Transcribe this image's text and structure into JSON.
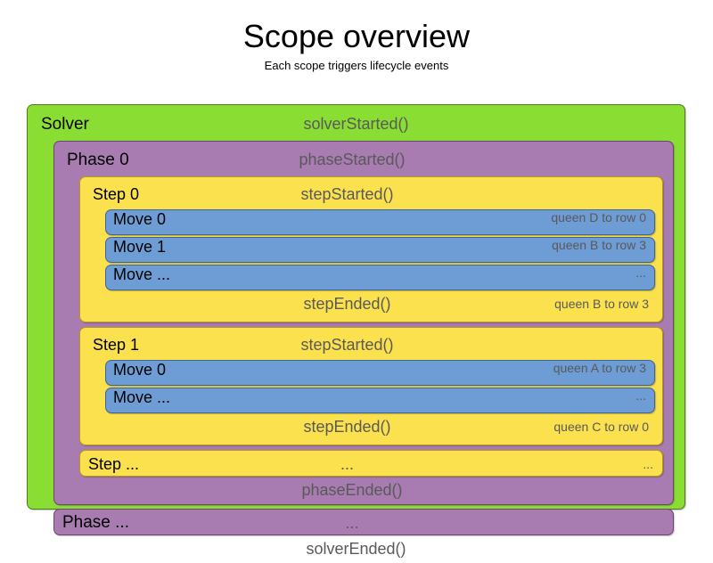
{
  "header": {
    "title": "Scope overview",
    "subtitle": "Each scope triggers lifecycle events"
  },
  "colors": {
    "solver": "#8ade33",
    "phase": "#a87cb0",
    "step": "#fbe14d",
    "move": "#6d9dd4",
    "event_text": "#59595b",
    "label_text": "#000000",
    "background": "#ffffff"
  },
  "diagram": {
    "solver": {
      "label": "Solver",
      "started_event": "solverStarted()",
      "ended_event": "solverEnded()",
      "phases": [
        {
          "label": "Phase 0",
          "started_event": "phaseStarted()",
          "ended_event": "phaseEnded()",
          "steps": [
            {
              "label": "Step 0",
              "started_event": "stepStarted()",
              "ended_event": "stepEnded()",
              "ended_detail": "queen B to row 3",
              "moves": [
                {
                  "label": "Move 0",
                  "detail": "queen D to row 0"
                },
                {
                  "label": "Move 1",
                  "detail": "queen B to row 3"
                },
                {
                  "label": "Move ...",
                  "detail": "..."
                }
              ]
            },
            {
              "label": "Step 1",
              "started_event": "stepStarted()",
              "ended_event": "stepEnded()",
              "ended_detail": "queen C to row 0",
              "moves": [
                {
                  "label": "Move 0",
                  "detail": "queen A to row 3"
                },
                {
                  "label": "Move ...",
                  "detail": "..."
                }
              ]
            }
          ],
          "step_ellipsis": {
            "label": "Step ...",
            "event": "...",
            "detail": "..."
          }
        }
      ],
      "phase_ellipsis": {
        "label": "Phase ...",
        "event": "...",
        "detail": ""
      }
    }
  }
}
